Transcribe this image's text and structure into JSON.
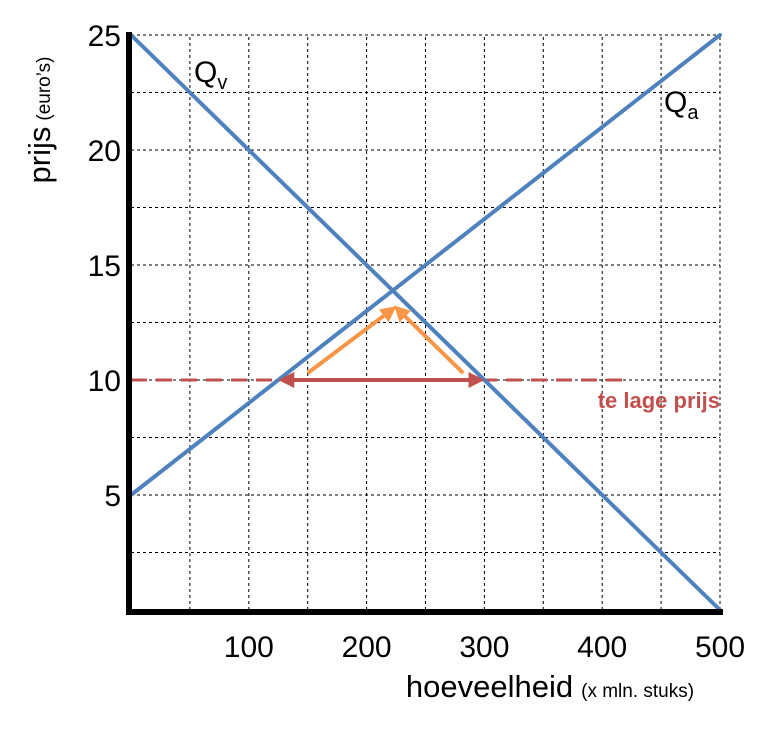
{
  "chart_data": {
    "type": "line",
    "xlabel": "hoeveelheid",
    "xlabel_unit": "(x mln. stuks)",
    "ylabel": "prijs",
    "ylabel_unit": "(euro’s)",
    "xlim": [
      0,
      500
    ],
    "ylim": [
      0,
      25
    ],
    "x_ticks": [
      100,
      200,
      300,
      400,
      500
    ],
    "y_ticks": [
      5,
      10,
      15,
      20,
      25
    ],
    "x_grid_step": 50,
    "y_grid_step": 2.5,
    "grid": true,
    "series": [
      {
        "name": "Q",
        "subscript": "v",
        "x": [
          0,
          500
        ],
        "y": [
          25,
          0
        ]
      },
      {
        "name": "Q",
        "subscript": "a",
        "x": [
          0,
          500
        ],
        "y": [
          5,
          25
        ]
      }
    ],
    "price_line": {
      "y": 10,
      "x": [
        0,
        420
      ]
    },
    "shortage_arrow": {
      "y": 10,
      "x": [
        125,
        300
      ]
    },
    "equilibrium_arrows": [
      {
        "from": [
          150,
          10.3
        ],
        "to": [
          220,
          13.0
        ]
      },
      {
        "from": [
          282,
          10.3
        ],
        "to": [
          228,
          13.0
        ]
      }
    ],
    "annotation": {
      "text": "te lage prijs"
    },
    "colors": {
      "curves": "#4f81bd",
      "price_line": "#c0504d",
      "equilibrium_arrows": "#f79646",
      "axes": "#000000",
      "grid": "#000000"
    }
  }
}
